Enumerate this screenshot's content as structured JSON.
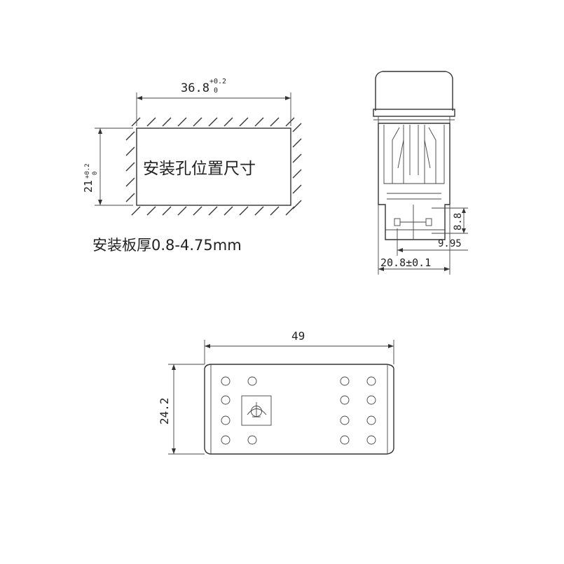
{
  "cutout": {
    "width_dim": "36.8",
    "width_tol_upper": "+0.2",
    "width_tol_lower": "0",
    "height_dim": "21",
    "height_tol_upper": "+0.2",
    "height_tol_lower": "0",
    "title": "安装孔位置尺寸",
    "panel_thickness": "安装板厚0.8-4.75mm"
  },
  "side_view": {
    "dim_8_8": "8.8",
    "dim_9_95": "9.95",
    "dim_20_8": "20.8±0.1"
  },
  "front_view": {
    "width_dim": "49",
    "height_dim": "24.2",
    "symbol_icon": "wiper-symbol-icon"
  }
}
